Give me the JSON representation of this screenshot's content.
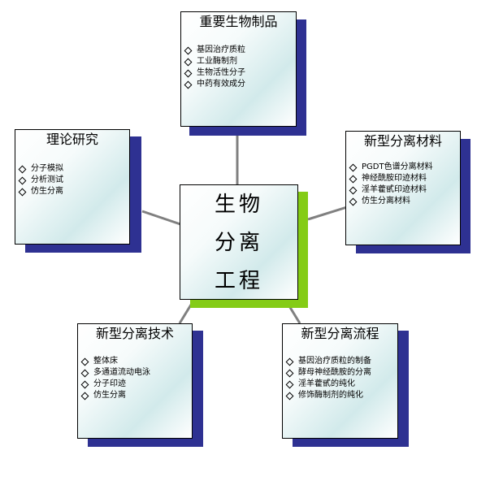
{
  "center": {
    "lines": [
      "生物",
      "分离",
      "工程"
    ]
  },
  "nodes": {
    "top": {
      "title": "重要生物制品",
      "items": [
        "基因治疗质粒",
        "工业酶制剂",
        "生物活性分子",
        "中药有效成分"
      ]
    },
    "left": {
      "title": "理论研究",
      "items": [
        "分子模拟",
        "分析测试",
        "仿生分离"
      ]
    },
    "right": {
      "title": "新型分离材料",
      "items": [
        "PGDT色谱分离材料",
        "神经酰胺印迹材料",
        "淫羊藿甙印迹材料",
        "仿生分离材料"
      ]
    },
    "bottom_left": {
      "title": "新型分离技术",
      "items": [
        "整体床",
        "多通道流动电泳",
        "分子印迹",
        "仿生分离"
      ]
    },
    "bottom_right": {
      "title": "新型分离流程",
      "items": [
        "基因治疗质粒的制备",
        "酵母神经酰胺的分离",
        "淫羊藿甙的纯化",
        "修饰酶制剂的纯化"
      ]
    }
  },
  "colors": {
    "shadow": "#2e3192",
    "center_shadow": "#84cc16",
    "connector": "#808080",
    "box_gradient": "#d2eaeb"
  },
  "icons": {
    "bullet": "hollow-diamond"
  }
}
